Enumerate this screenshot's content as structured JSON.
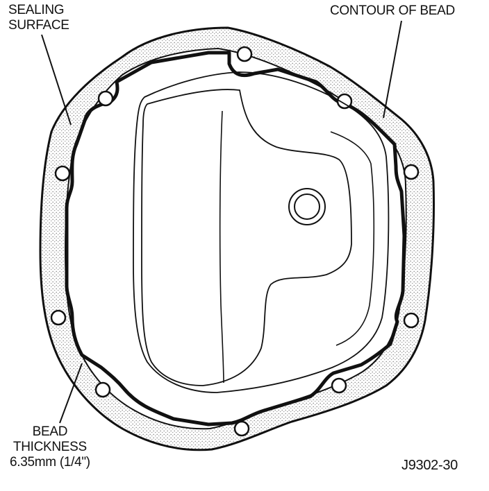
{
  "labels": {
    "sealing_surface": [
      "SEALING",
      "SURFACE"
    ],
    "contour_of_bead": "CONTOUR OF BEAD",
    "bead_thickness": [
      "BEAD",
      "THICKNESS",
      "6.35mm (1/4\")"
    ],
    "figure_id": "J9302-30"
  },
  "colors": {
    "ink": "#111111",
    "paper": "#ffffff",
    "flange_shade": "#d6d6d6"
  }
}
